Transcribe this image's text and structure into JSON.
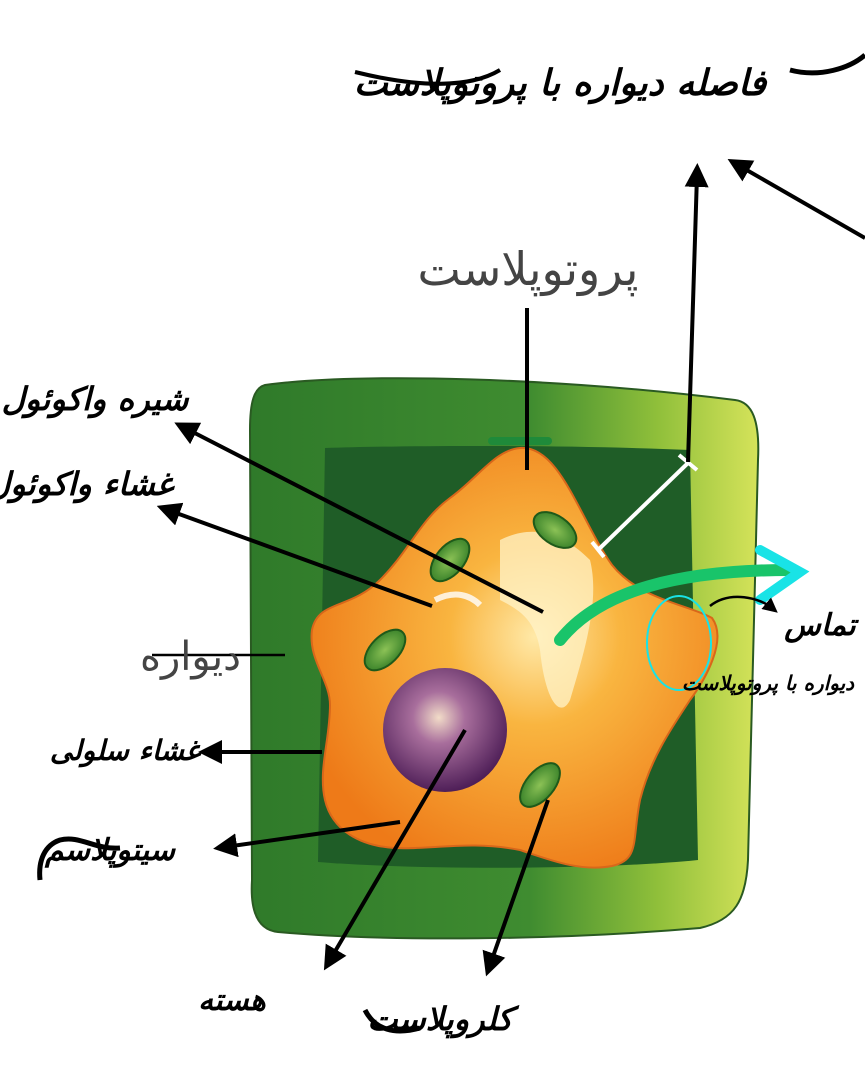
{
  "labels": {
    "protoplast": "پروتوپلاست",
    "wall": "دیواره",
    "wall_protoplast_gap": "فاصله دیواره با پروتوپلاست",
    "vacuole_sap": "شیره واکوئول",
    "vacuole_membrane": "غشاء واکوئول",
    "cell_membrane": "غشاء سلولی",
    "cytoplasm": "سیتوپلاسم",
    "nucleus": "هسته",
    "chloroplast": "کلروپلاست",
    "contact": "تماس",
    "contact_wall_protoplast": "دیواره با پروتوپلاست"
  },
  "colors": {
    "wall_dark": "#2f7a2a",
    "wall_light": "#c7d94a",
    "inner_dark": "#1e5a26",
    "protoplast_orange": "#f08a1c",
    "protoplast_light": "#ffd27a",
    "nucleus_purple": "#6a2d73",
    "chloroplast_green": "#3a8a2a",
    "cyan": "#19e3e6",
    "ink": "#000000"
  }
}
